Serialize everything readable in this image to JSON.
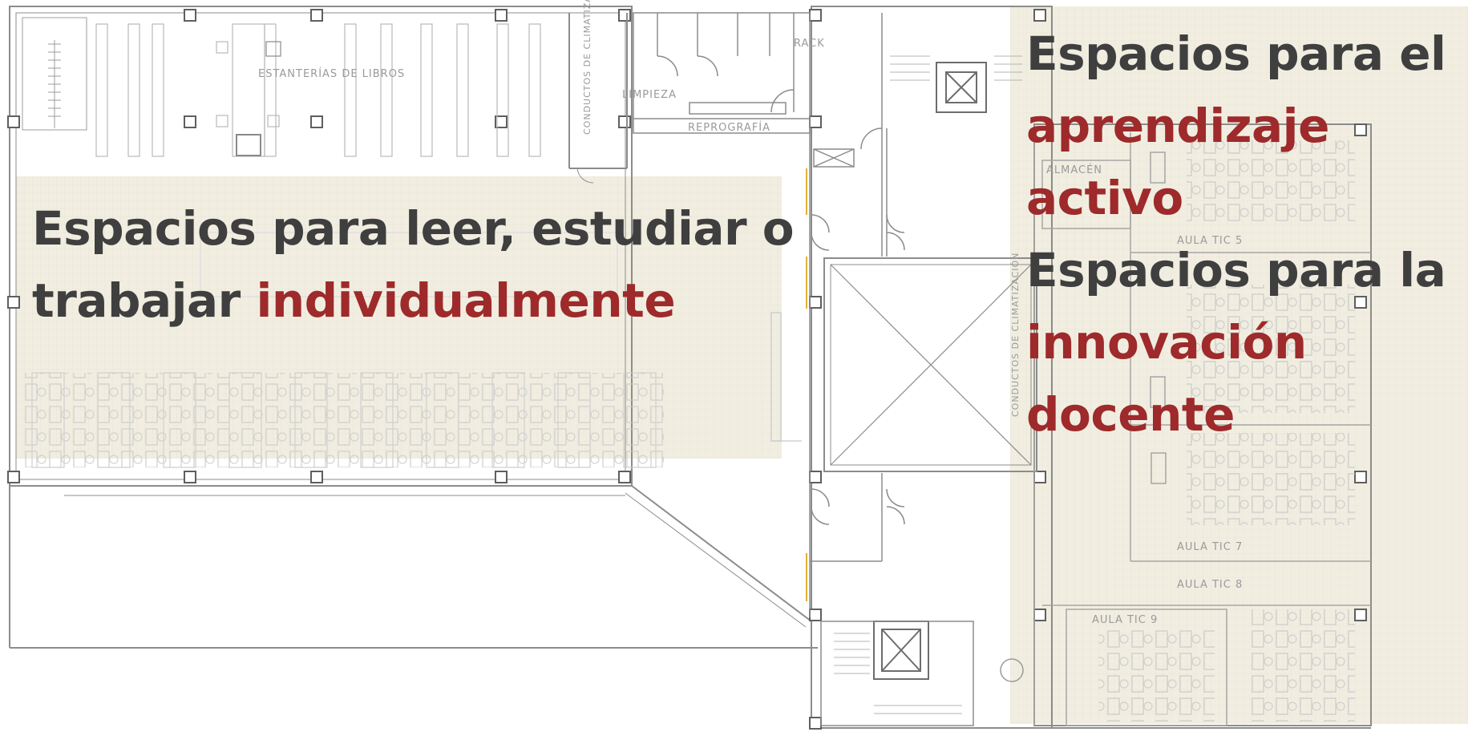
{
  "plan": {
    "room_labels": {
      "bookshelves": "ESTANTERÍAS DE LIBROS",
      "ducts_top": "CONDUCTOS DE CLIMATIZACIÓN",
      "rack": "RACK",
      "cleaning": "LIMPIEZA",
      "reprography": "REPROGRAFÍA",
      "ducts_center": "CONDUCTOS DE CLIMATIZACIÓN",
      "storage": "ALMACÉN",
      "aula5": "AULA TIC 5",
      "aula7": "AULA TIC 7",
      "aula8": "AULA TIC 8",
      "aula9": "AULA TIC 9"
    }
  },
  "left_heading": {
    "line1": "Espacios para leer, estudiar o",
    "line2_dark": "trabajar ",
    "line2_accent": "individualmente"
  },
  "right_heading": {
    "line1": "Espacios para el",
    "line2": "aprendizaje",
    "line3": "activo",
    "line4": "Espacios para la",
    "line5": "innovación",
    "line6": "docente"
  },
  "colors": {
    "text_dark": "#3f3f3f",
    "accent_red": "#9e2a2b",
    "overlay_beige": "#f1eee1",
    "wall_gray": "#8c8c8c"
  }
}
